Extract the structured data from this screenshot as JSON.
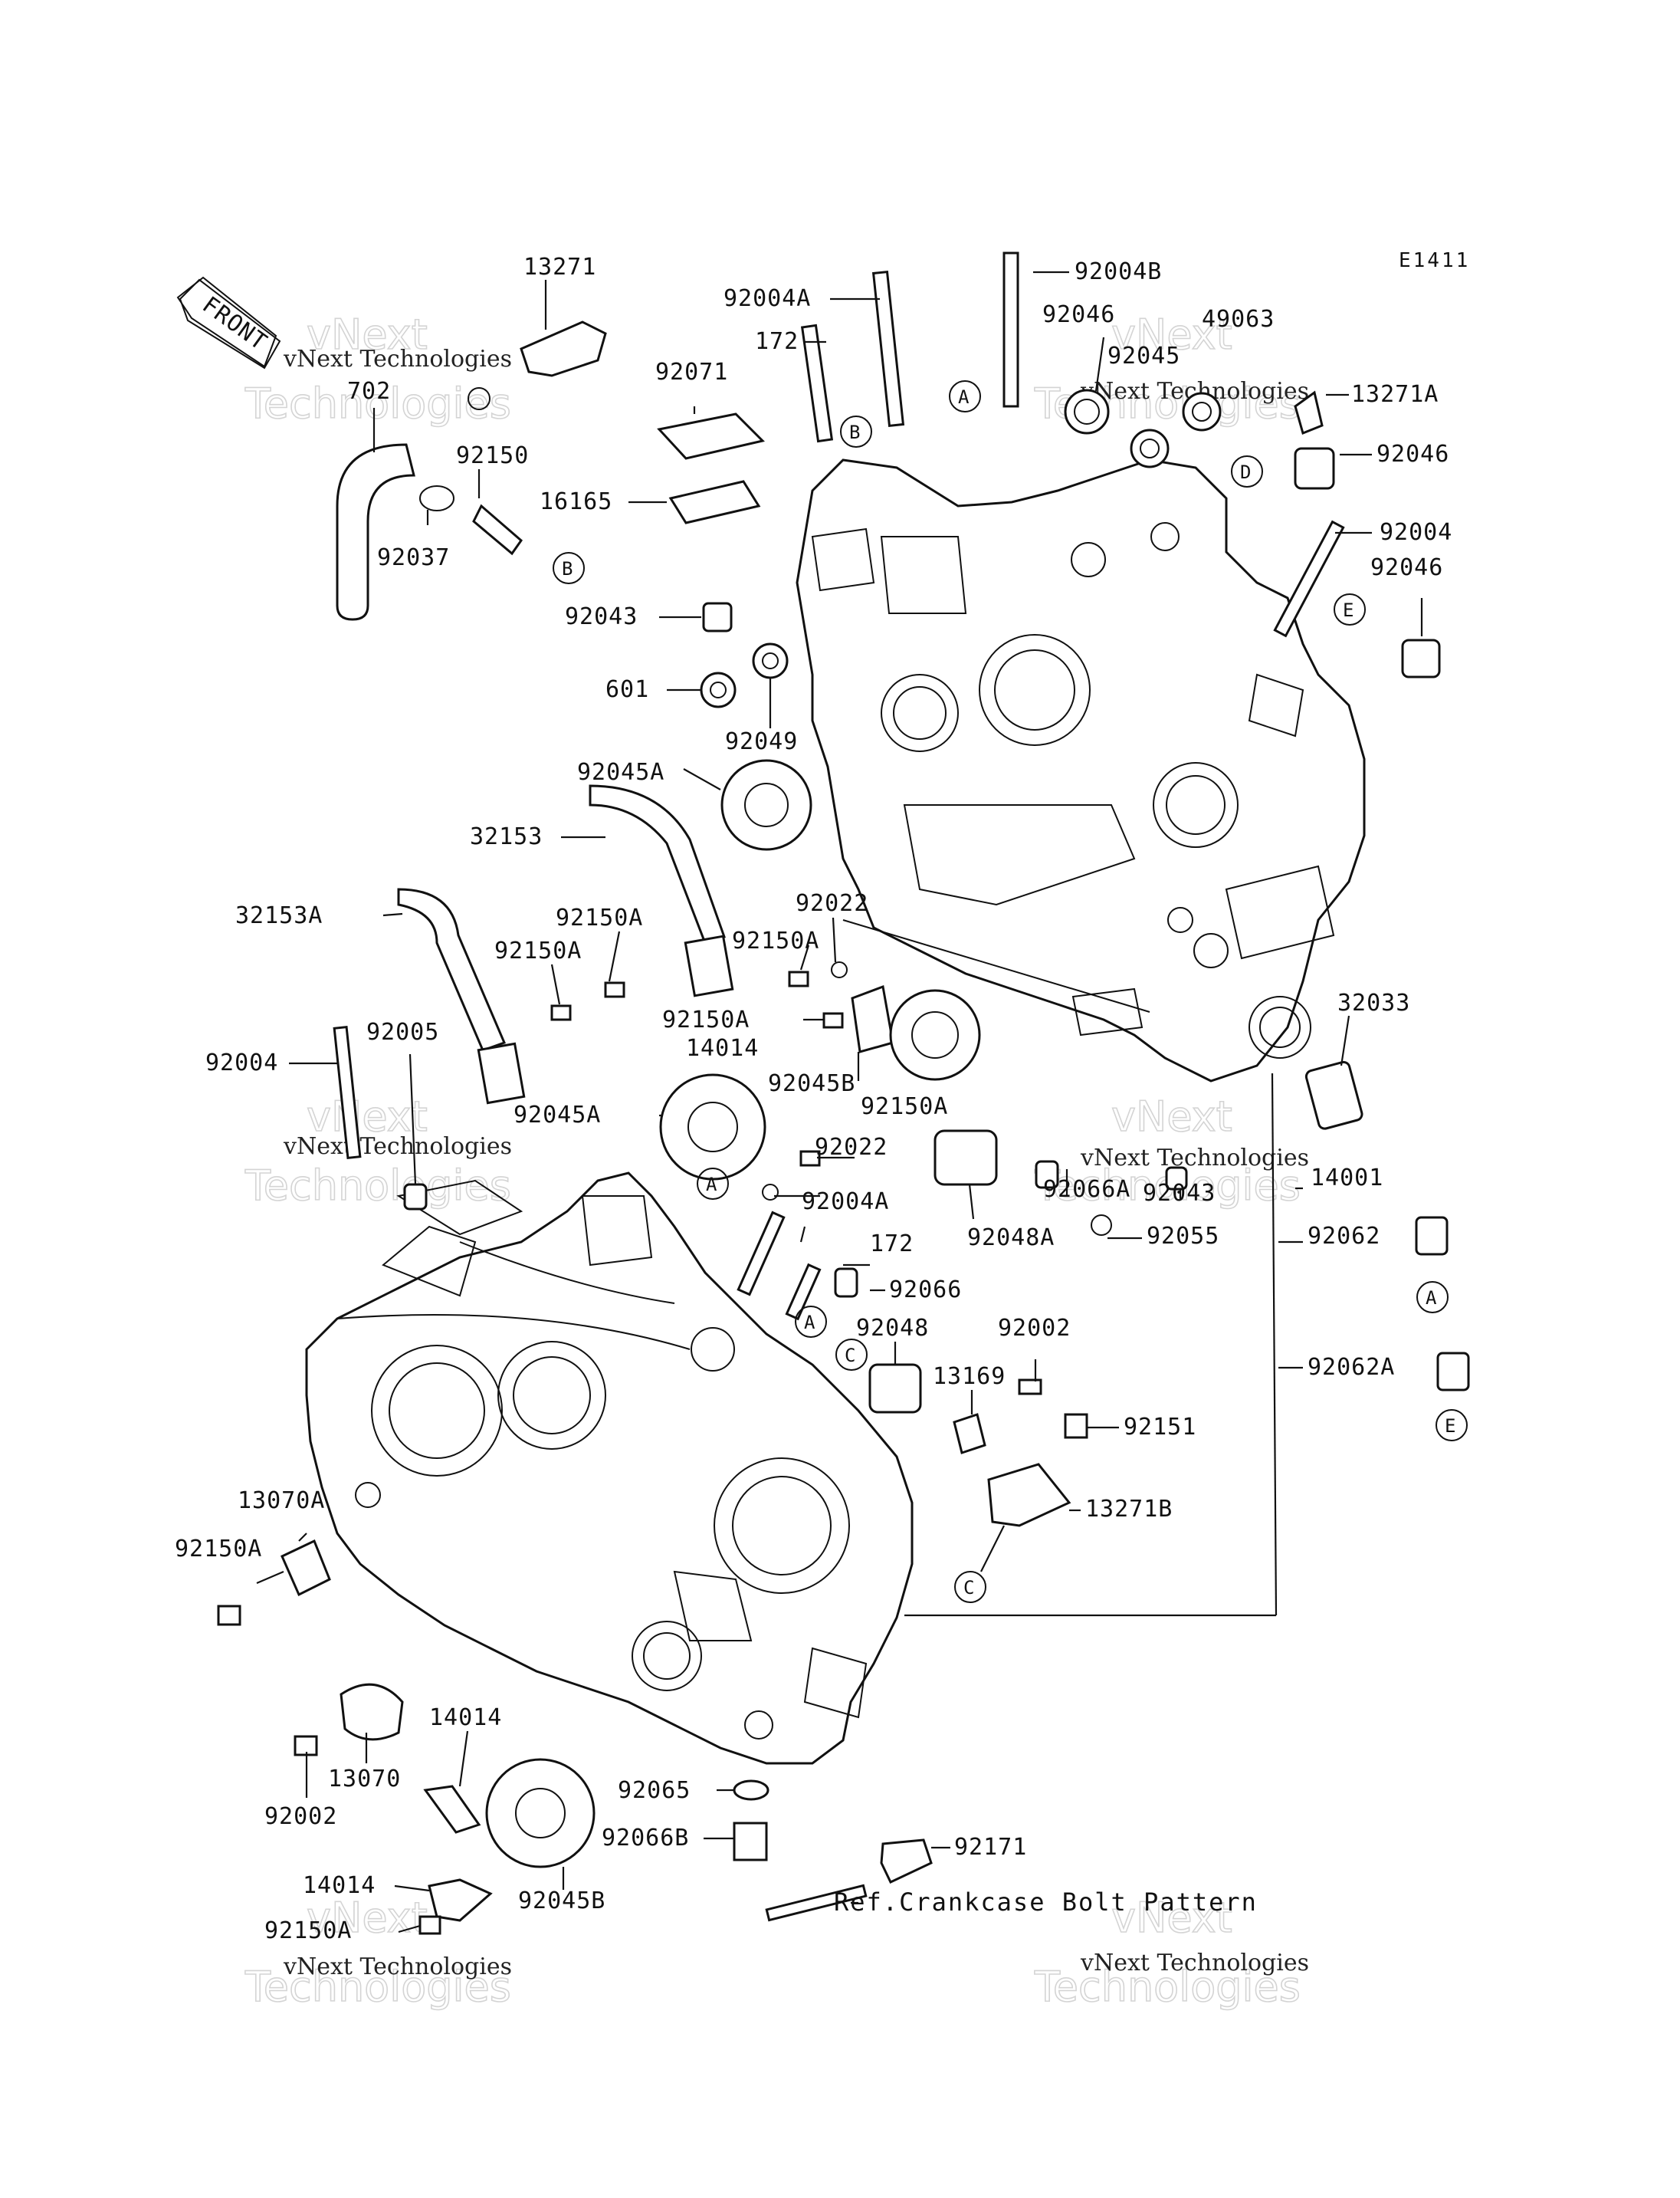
{
  "diagram": {
    "code": "E1411",
    "front_label": "FRONT",
    "reference_note": "Ref.Crankcase Bolt Pattern",
    "watermark": {
      "small": "vNext Technologies",
      "big_top": "vNext",
      "big_bottom": "Technologies"
    },
    "callouts": {
      "A": "A",
      "B": "B",
      "C": "C",
      "D": "D",
      "E": "E"
    },
    "parts": {
      "p13271": "13271",
      "p702": "702",
      "p92150": "92150",
      "p92037": "92037",
      "p92004A_top": "92004A",
      "p92004B": "92004B",
      "p172_top": "172",
      "p92071": "92071",
      "p16165": "16165",
      "p92046_top": "92046",
      "p92045_top": "92045",
      "p49063": "49063",
      "p13271A": "13271A",
      "p92046_mid": "92046",
      "p92004_right": "92004",
      "p92046_right": "92046",
      "p92043_left": "92043",
      "p601": "601",
      "p92049": "92049",
      "p92045A_upper": "92045A",
      "p32153": "32153",
      "p32153A": "32153A",
      "p92150A_a": "92150A",
      "p92150A_b": "92150A",
      "p92022_top": "92022",
      "p92150A_c": "92150A",
      "p92150A_d": "92150A",
      "p14014_top": "14014",
      "p92045B_top": "92045B",
      "p32033": "32033",
      "p92004_left": "92004",
      "p92005": "92005",
      "p92045A_lower": "92045A",
      "p92150A_e": "92150A",
      "p92022_mid": "92022",
      "p92004A_mid": "92004A",
      "p172_mid": "172",
      "p92066": "92066",
      "p92066A": "92066A",
      "p92048A": "92048A",
      "p92043_right": "92043",
      "p14001": "14001",
      "p92055": "92055",
      "p92062": "92062",
      "p92048": "92048",
      "p92002_top": "92002",
      "p13169": "13169",
      "p92062A": "92062A",
      "p92151": "92151",
      "p13271B": "13271B",
      "p13070A": "13070A",
      "p92150A_f": "92150A",
      "p14014_low": "14014",
      "p13070": "13070",
      "p92002_low": "92002",
      "p92065": "92065",
      "p92066B": "92066B",
      "p92171": "92171",
      "p14014_bot": "14014",
      "p92150A_g": "92150A",
      "p92045B_bot": "92045B"
    }
  }
}
